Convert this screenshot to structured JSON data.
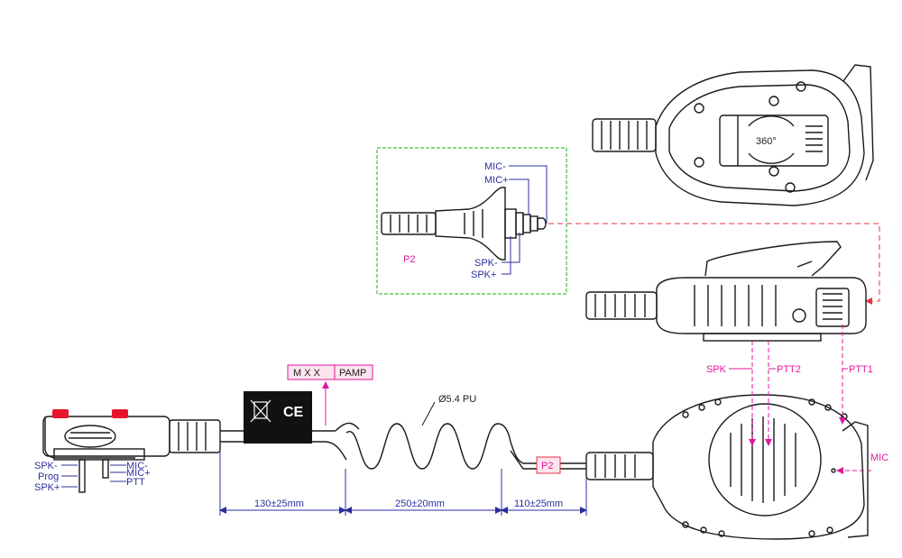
{
  "colors": {
    "line": "#1a1a1a",
    "label_blue": "#2b2f9c",
    "label_magenta": "#e0189a",
    "frame_green": "#3ec23e",
    "dash_red": "#e8334a",
    "button_red": "#e8132c"
  },
  "plug_p2": {
    "label": "P2",
    "pins": [
      "MIC-",
      "MIC+",
      "SPK-",
      "SPK+"
    ]
  },
  "top_view": {
    "rotation_label": "360°"
  },
  "connector_left": {
    "left_pins": [
      "SPK-",
      "Prog",
      "SPK+"
    ],
    "right_pins": [
      "MIC-",
      "MIC+",
      "PTT"
    ]
  },
  "labels": {
    "marking_left": "M X X",
    "marking_right": "PAMP",
    "cable": "Ø5.4 PU",
    "p2_tag": "P2",
    "spk": "SPK",
    "ptt2": "PTT2",
    "ptt1": "PTT1",
    "mic": "MIC"
  },
  "dimensions": [
    "130±25mm",
    "250±20mm",
    "110±25mm"
  ],
  "icons": [
    "weee-icon",
    "ce-mark-icon"
  ]
}
